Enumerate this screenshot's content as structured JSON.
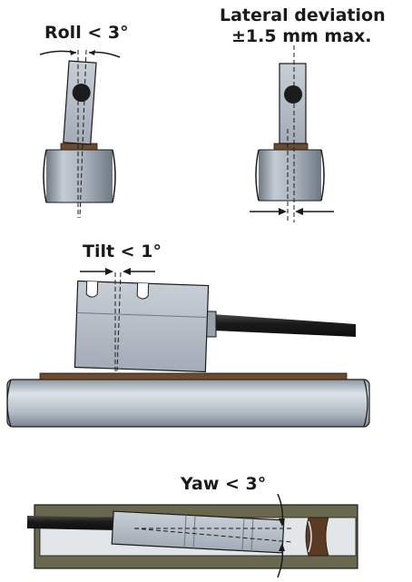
{
  "labels": {
    "roll": "Roll  < 3°",
    "lateral_line1": "Lateral deviation",
    "lateral_line2": "±1.5 mm max.",
    "tilt": "Tilt < 1°",
    "yaw": "Yaw < 3°"
  },
  "colors": {
    "sensor_body": "#b4bcc6",
    "sensor_dark": "#8a939d",
    "magnetic_tape": "#6a4a30",
    "shaft": "#b9c2cc",
    "channel": "#69684f",
    "cable": "#1c1c1c",
    "outline": "#1a1a1a"
  }
}
